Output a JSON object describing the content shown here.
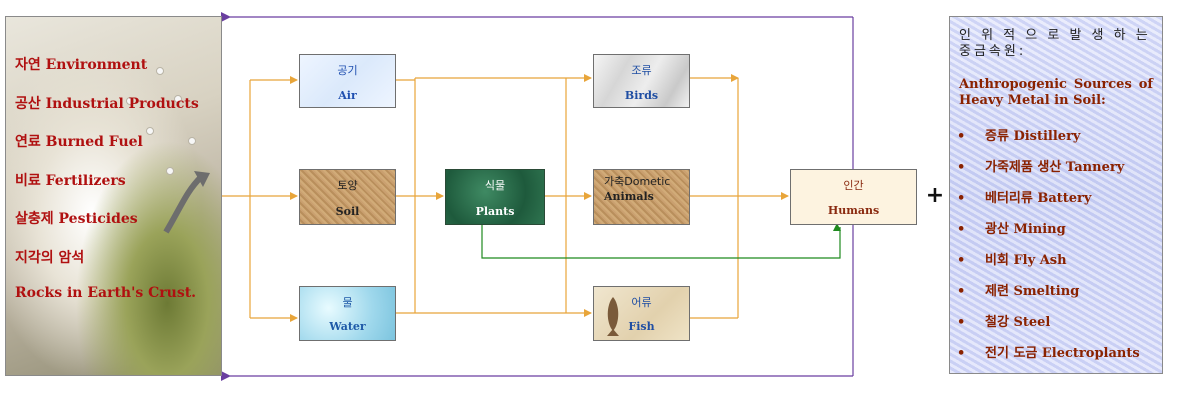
{
  "sources": {
    "items": [
      "자연 Environment",
      "공산 Industrial Products",
      "연료 Burned Fuel",
      "비료 Fertilizers",
      "살충제 Pesticides",
      "지각의 암석",
      "Rocks in Earth's Crust."
    ]
  },
  "nodes": {
    "air": {
      "ko": "공기",
      "en": "Air"
    },
    "soil": {
      "ko": "토양",
      "en": "Soil"
    },
    "water": {
      "ko": "물",
      "en": "Water"
    },
    "plants": {
      "ko": "식물",
      "en": "Plants"
    },
    "birds": {
      "ko": "조류",
      "en": "Birds"
    },
    "animals": {
      "ko": "가축Dometic",
      "en": "Animals"
    },
    "fish": {
      "ko": "어류",
      "en": "Fish"
    },
    "humans": {
      "ko": "인간",
      "en": "Humans"
    }
  },
  "plus_sign": "+",
  "anthropogenic": {
    "title_ko": "인 위 적 으 로   발 생 하 는 중금속원:",
    "title_en": "Anthropogenic Sources of Heavy Metal in Soil:",
    "bullet": "•",
    "items": [
      "증류 Distillery",
      "가죽제품 생산 Tannery",
      "베터리류 Battery",
      "광산 Mining",
      "비회 Fly Ash",
      "제련 Smelting",
      "철강 Steel",
      "전기 도금 Electroplants"
    ]
  },
  "colors": {
    "arrow_orange": "#e8a53a",
    "cycle_purple": "#6a3fa0",
    "plant_link_green": "#1f8a1f",
    "source_text_red": "#b01010"
  }
}
